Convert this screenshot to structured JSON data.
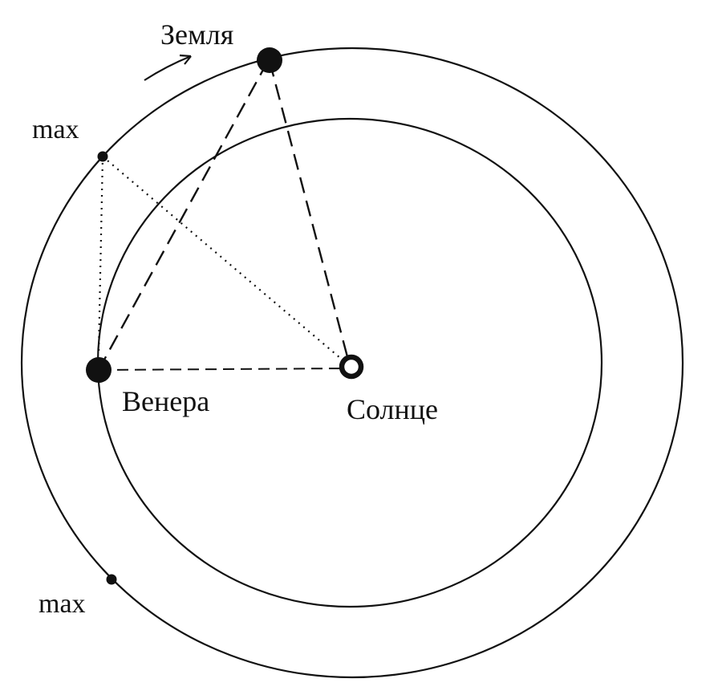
{
  "labels": {
    "earth": "Земля",
    "venus": "Венера",
    "sun": "Солнце",
    "max_top": "max",
    "max_bottom": "max"
  },
  "colors": {
    "ink": "#111111",
    "paper": "#ffffff"
  }
}
